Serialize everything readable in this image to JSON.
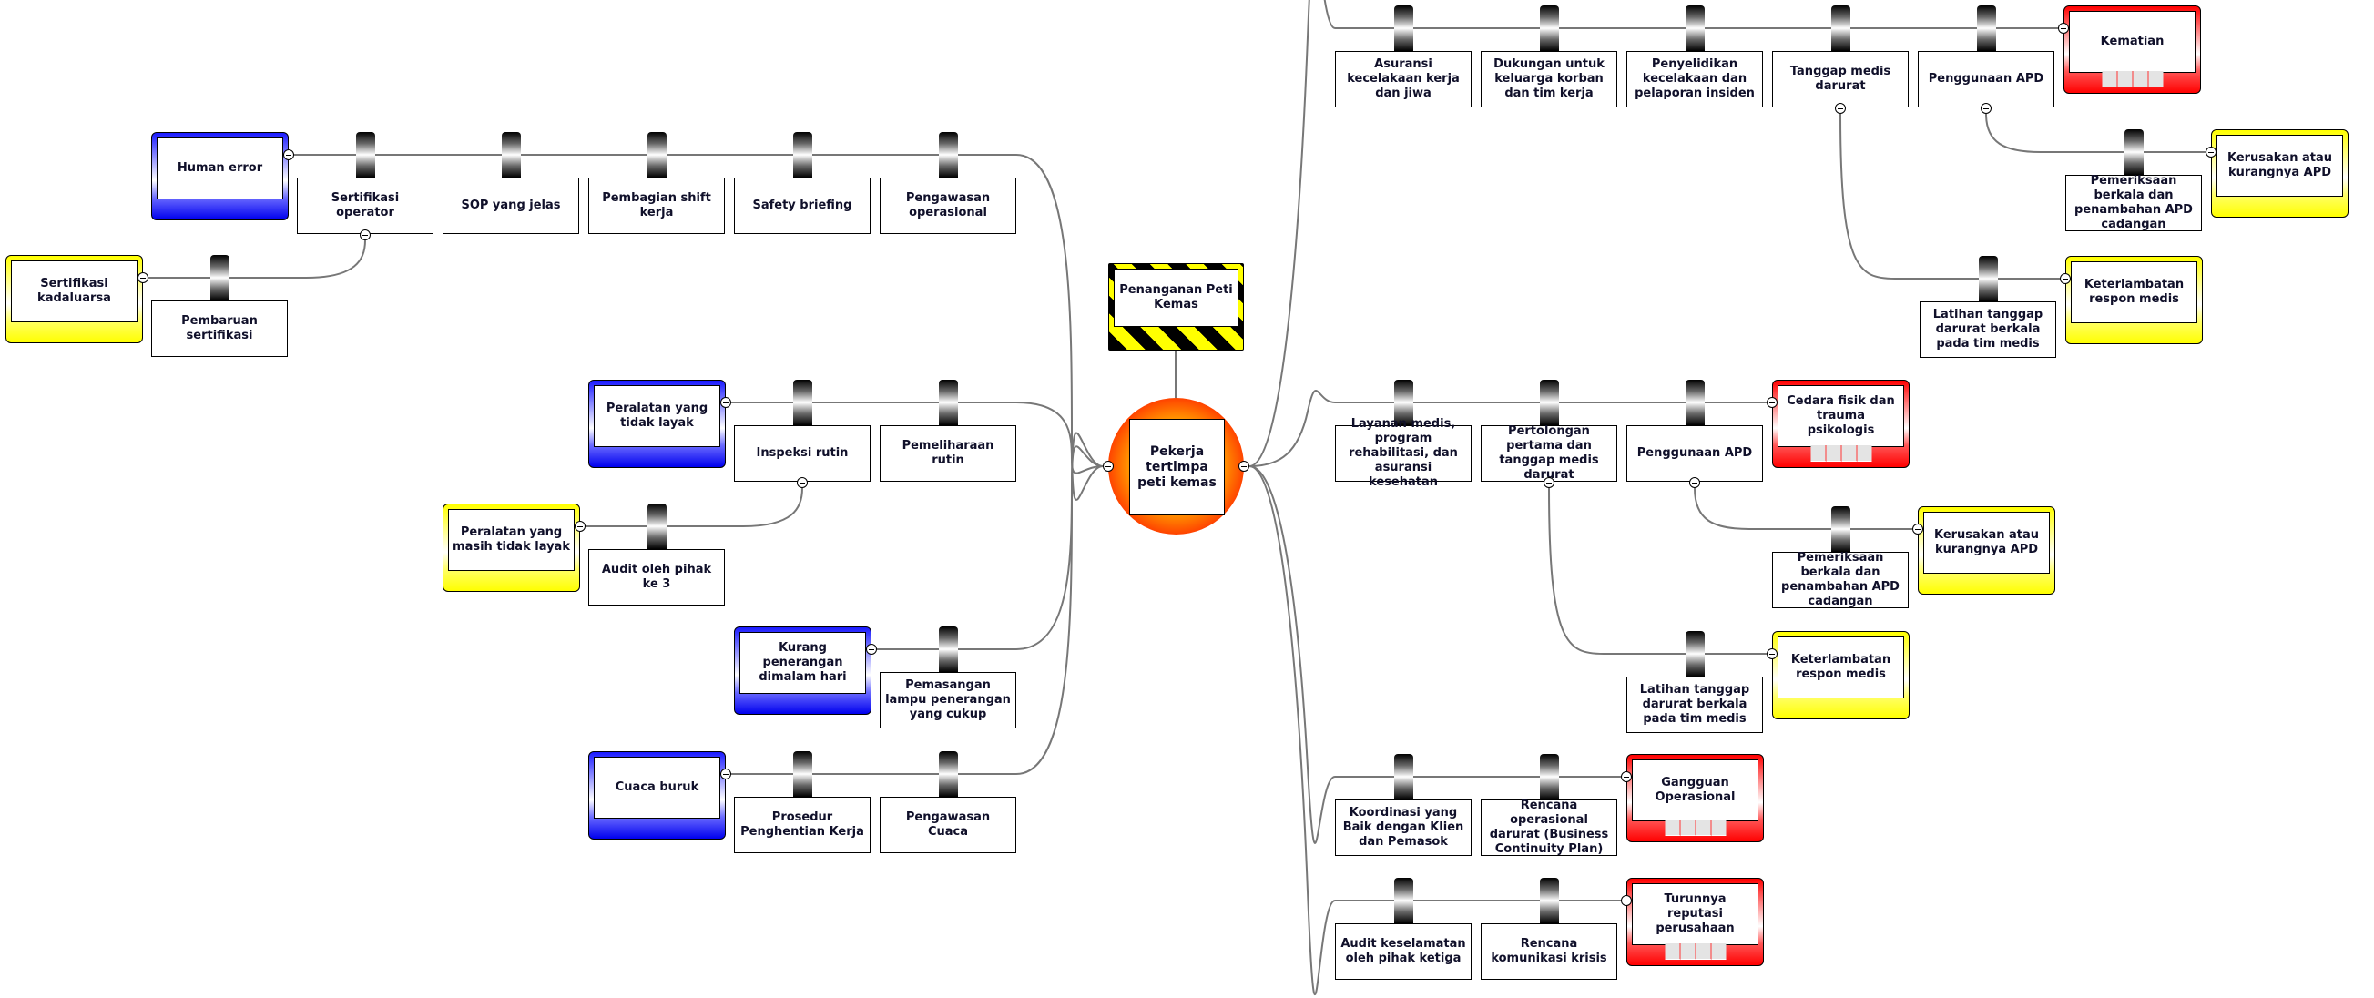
{
  "hazard": {
    "label": "Penanganan Peti Kemas"
  },
  "top_event": {
    "label": "Pekerja tertimpa peti kemas"
  },
  "colors": {
    "threat": "#0000ff",
    "escalation": "#ffff00",
    "consequence": "#ff0000",
    "top_event": "#ffa500",
    "link": "#777777"
  },
  "threats": [
    {
      "label": "Human error",
      "barriers": [
        "Sertifikasi operator",
        "SOP yang jelas",
        "Pembagian shift kerja",
        "Safety briefing",
        "Pengawasan operasional"
      ],
      "escalation": {
        "on_barrier": 0,
        "label": "Sertifikasi kadaluarsa",
        "barriers": [
          "Pembaruan sertifikasi"
        ]
      }
    },
    {
      "label": "Peralatan yang tidak layak",
      "barriers": [
        "Inspeksi rutin",
        "Pemeliharaan rutin"
      ],
      "escalation": {
        "on_barrier": 0,
        "label": "Peralatan yang masih tidak layak",
        "barriers": [
          "Audit oleh pihak ke 3"
        ]
      }
    },
    {
      "label": "Kurang penerangan dimalam hari",
      "barriers": [
        "Pemasangan lampu penerangan yang cukup"
      ]
    },
    {
      "label": "Cuaca buruk",
      "barriers": [
        "Prosedur Penghentian Kerja",
        "Pengawasan Cuaca"
      ]
    }
  ],
  "consequences": [
    {
      "label": "Kematian",
      "barriers": [
        "Asuransi kecelakaan kerja dan jiwa",
        "Dukungan untuk keluarga korban dan tim kerja",
        "Penyelidikan kecelakaan dan pelaporan insiden",
        "Tanggap medis darurat",
        "Penggunaan APD"
      ],
      "escalations": [
        {
          "on_barrier": 4,
          "label": "Kerusakan atau kurangnya APD",
          "barriers": [
            "Pemeriksaan berkala dan penambahan APD cadangan"
          ]
        },
        {
          "on_barrier": 3,
          "label": "Keterlambatan respon medis",
          "barriers": [
            "Latihan tanggap darurat berkala pada tim medis"
          ]
        }
      ]
    },
    {
      "label": "Cedara fisik dan trauma psikologis",
      "barriers": [
        "Layanan medis, program rehabilitasi, dan asuransi kesehatan",
        "Pertolongan pertama dan tanggap medis darurat",
        "Penggunaan APD"
      ],
      "escalations": [
        {
          "on_barrier": 2,
          "label": "Kerusakan atau kurangnya APD",
          "barriers": [
            "Pemeriksaan berkala dan penambahan APD cadangan"
          ]
        },
        {
          "on_barrier": 1,
          "label": "Keterlambatan respon medis",
          "barriers": [
            "Latihan tanggap darurat berkala pada tim medis"
          ]
        }
      ]
    },
    {
      "label": "Gangguan Operasional",
      "barriers": [
        "Koordinasi yang Baik dengan Klien dan Pemasok",
        "Rencana operasional darurat (Business Continuity Plan)"
      ],
      "escalations": []
    },
    {
      "label": "Turunnya reputasi perusahaan",
      "barriers": [
        "Audit keselamatan oleh pihak ketiga",
        "Rencana komunikasi krisis"
      ],
      "escalations": []
    }
  ],
  "risk_matrix_cells": 4,
  "icons": {
    "collapse": "collapse-minus-icon",
    "barrier_bar": "barrier-bar-icon"
  }
}
